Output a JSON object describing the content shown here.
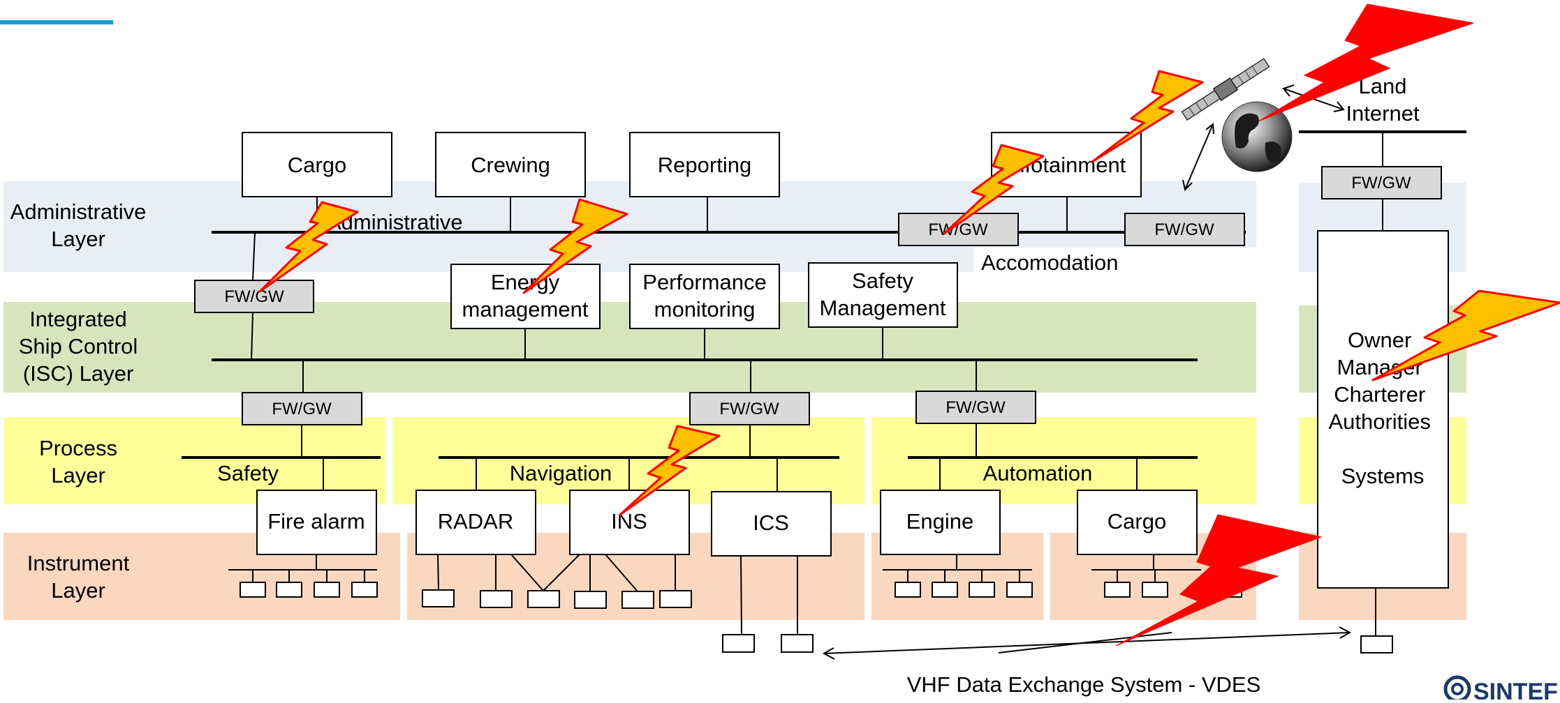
{
  "layers": {
    "administrative": "Administrative Layer",
    "isc": "Integrated Ship Control (ISC) Layer",
    "process": "Process Layer",
    "instrument": "Instrument Layer"
  },
  "admin": {
    "cargo": "Cargo",
    "crewing": "Crewing",
    "reporting": "Reporting",
    "infotainment": "Infotainment",
    "bus_label": "Administrative",
    "accomodation": "Accomodation"
  },
  "isc": {
    "energy": "Energy management",
    "performance": "Performance monitoring",
    "safety_mgmt": "Safety Management"
  },
  "process": {
    "safety": "Safety",
    "navigation": "Navigation",
    "automation": "Automation"
  },
  "instruments": {
    "fire_alarm": "Fire alarm",
    "radar": "RADAR",
    "ins": "INS",
    "ics": "ICS",
    "engine": "Engine",
    "cargo": "Cargo"
  },
  "gateway_label": "FW/GW",
  "shore": {
    "land_internet": "Land Internet",
    "owner_systems": "Owner Manager Charterer Authorities Systems"
  },
  "vdes_label": "VHF Data Exchange System - VDES",
  "logo_text": "SINTEF",
  "colors": {
    "admin_band": "#e9edf4",
    "isc_band": "#d8e4bc",
    "process_band": "#ffff99",
    "instrument_band": "#fad7bf",
    "accent_line": "#0f9fd8",
    "bolt_yellow": "#ffc000",
    "bolt_red": "#ff0000"
  }
}
